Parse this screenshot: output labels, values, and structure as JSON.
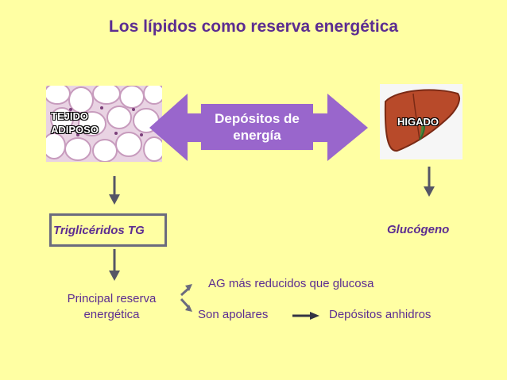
{
  "title": "Los lípidos como reserva energética",
  "tissue": {
    "label_line1": "TEJIDO",
    "label_line2": "ADIPOSO"
  },
  "center": {
    "line1": "Depósitos de",
    "line2": "energía"
  },
  "liver": {
    "label": "HIGADO"
  },
  "left_result": "Triglicéridos TG",
  "right_result": "Glucógeno",
  "reserve": {
    "line1": "Principal reserva",
    "line2": "energética"
  },
  "branch_top": "AG más reducidos que glucosa",
  "branch_bottom": "Son apolares",
  "branch_result": "Depósitos anhidros",
  "colors": {
    "background": "#FFFFA3",
    "accent_purple": "#9966CC",
    "text_purple": "#5C2D91",
    "arrow_gray": "#555566",
    "liver_red": "#B84A2A"
  }
}
